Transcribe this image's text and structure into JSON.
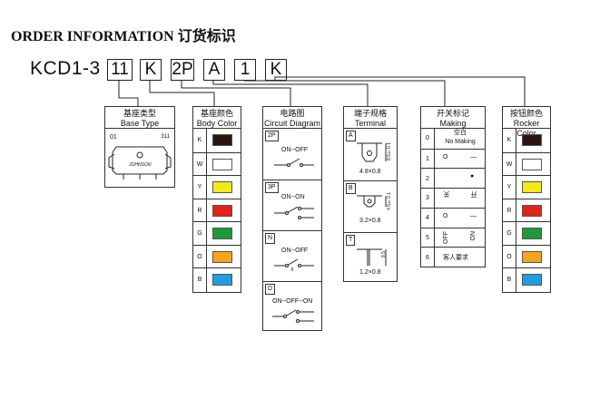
{
  "title": "ORDER INFORMATION 订货标识",
  "code": {
    "prefix": "KCD1-3",
    "segments": [
      "11",
      "K",
      "2P",
      "A",
      "1",
      "K"
    ]
  },
  "base_type": {
    "title_cn": "基座类型",
    "title_en": "Base Type",
    "code": "01",
    "model": "311",
    "brand": "JOHNSON"
  },
  "body_color": {
    "title_cn": "基座颜色",
    "title_en": "Body Color",
    "rows": [
      {
        "code": "K",
        "color": "#2a1512"
      },
      {
        "code": "W",
        "color": "#ffffff"
      },
      {
        "code": "Y",
        "color": "#f3ea19"
      },
      {
        "code": "R",
        "color": "#e2231a"
      },
      {
        "code": "G",
        "color": "#1f9a3a"
      },
      {
        "code": "O",
        "color": "#f6a51a"
      },
      {
        "code": "B",
        "color": "#1e9fe0"
      }
    ]
  },
  "circuit": {
    "title_cn": "电路图",
    "title_en": "Circuit Diagram",
    "rows": [
      {
        "code": "2P",
        "label": "ON--OFF"
      },
      {
        "code": "3P",
        "label": "ON--ON"
      },
      {
        "code": "N",
        "label": "ON--OFF"
      },
      {
        "code": "D",
        "label": "ON--OFF--ON"
      }
    ]
  },
  "terminal": {
    "title_cn": "端子规格",
    "title_en": "Terminal",
    "rows": [
      {
        "code": "A",
        "size": "4.8×0.8",
        "dim": "8.5±0.1"
      },
      {
        "code": "B",
        "size": "3.2×0.8",
        "dim": "4.5±0.1"
      },
      {
        "code": "T",
        "size": "1.2×0.8",
        "dim": "8.5"
      }
    ]
  },
  "making": {
    "title_cn": "开关标记",
    "title_en": "Making",
    "rows": [
      {
        "code": "0",
        "left": "空白",
        "right": "No Making"
      },
      {
        "code": "1",
        "left": "O",
        "right": "—"
      },
      {
        "code": "2",
        "left": "",
        "right": "●"
      },
      {
        "code": "3",
        "left": "关",
        "right": "开"
      },
      {
        "code": "4",
        "left": "O",
        "right": "—"
      },
      {
        "code": "5",
        "left": "OFF",
        "right": "ON"
      },
      {
        "code": "6",
        "left": "客人要求",
        "right": ""
      }
    ]
  },
  "rocker_color": {
    "title_cn": "按钮颜色",
    "title_en": "Rocker Color",
    "rows": [
      {
        "code": "K",
        "color": "#2a1512"
      },
      {
        "code": "W",
        "color": "#ffffff"
      },
      {
        "code": "Y",
        "color": "#f3ea19"
      },
      {
        "code": "R",
        "color": "#e2231a"
      },
      {
        "code": "G",
        "color": "#1f9a3a"
      },
      {
        "code": "O",
        "color": "#f6a51a"
      },
      {
        "code": "B",
        "color": "#1e9fe0"
      }
    ]
  }
}
